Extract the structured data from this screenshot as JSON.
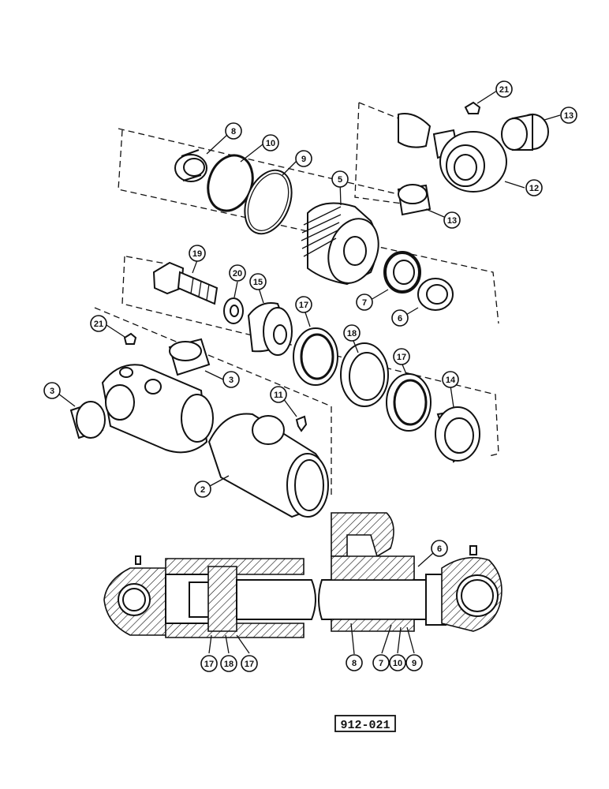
{
  "callouts": [
    {
      "id": "c8a",
      "label": "8"
    },
    {
      "id": "c10a",
      "label": "10"
    },
    {
      "id": "c9a",
      "label": "9"
    },
    {
      "id": "c5",
      "label": "5"
    },
    {
      "id": "c21a",
      "label": "21"
    },
    {
      "id": "c13a",
      "label": "13"
    },
    {
      "id": "c12",
      "label": "12"
    },
    {
      "id": "c13b",
      "label": "13"
    },
    {
      "id": "c19",
      "label": "19"
    },
    {
      "id": "c20",
      "label": "20"
    },
    {
      "id": "c15",
      "label": "15"
    },
    {
      "id": "c7a",
      "label": "7"
    },
    {
      "id": "c6a",
      "label": "6"
    },
    {
      "id": "c21b",
      "label": "21"
    },
    {
      "id": "c17a",
      "label": "17"
    },
    {
      "id": "c18a",
      "label": "18"
    },
    {
      "id": "c17b",
      "label": "17"
    },
    {
      "id": "c14",
      "label": "14"
    },
    {
      "id": "c3a",
      "label": "3"
    },
    {
      "id": "c3b",
      "label": "3"
    },
    {
      "id": "c11",
      "label": "11"
    },
    {
      "id": "c2",
      "label": "2"
    },
    {
      "id": "c6b",
      "label": "6"
    },
    {
      "id": "c17c",
      "label": "17"
    },
    {
      "id": "c18b",
      "label": "18"
    },
    {
      "id": "c17d",
      "label": "17"
    },
    {
      "id": "c8b",
      "label": "8"
    },
    {
      "id": "c7b",
      "label": "7"
    },
    {
      "id": "c10b",
      "label": "10"
    },
    {
      "id": "c9b",
      "label": "9"
    }
  ],
  "figure_ref": "912-021"
}
